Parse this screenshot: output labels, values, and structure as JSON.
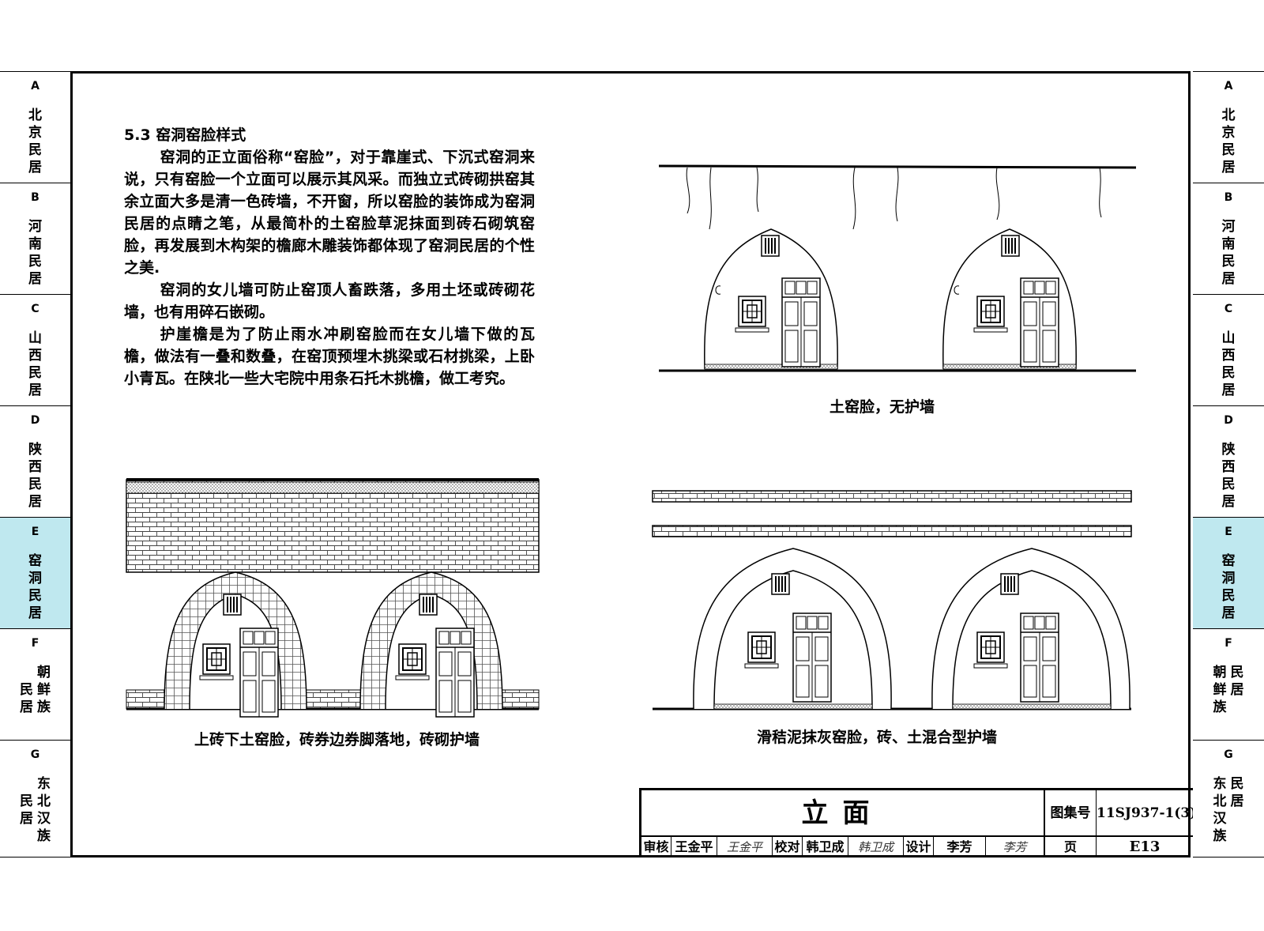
{
  "tabs": [
    {
      "letter": "A",
      "name": "北京民居"
    },
    {
      "letter": "B",
      "name": "河南民居"
    },
    {
      "letter": "C",
      "name": "山西民居"
    },
    {
      "letter": "D",
      "name": "陕西民居"
    },
    {
      "letter": "E",
      "name": "窑洞民居",
      "active": true
    },
    {
      "letter": "F",
      "name_a": "朝鲜族",
      "name_b": "民居"
    },
    {
      "letter": "G",
      "name_a": "东北汉族",
      "name_b": "民居"
    }
  ],
  "text": {
    "heading": "5.3 窑洞窑脸样式",
    "p1": "窑洞的正立面俗称“窑脸”，对于靠崖式、下沉式窑洞来说，只有窑脸一个立面可以展示其风采。而独立式砖砌拱窑其余立面大多是清一色砖墙，不开窗，所以窑脸的装饰成为窑洞民居的点睛之笔，从最简朴的土窑脸草泥抹面到砖石砌筑窑脸，再发展到木构架的檐廊木雕装饰都体现了窑洞民居的个性之美.",
    "p2": "窑洞的女儿墙可防止窑顶人畜跌落，多用土坯或砖砌花墙，也有用碎石嵌砌。",
    "p3": "护崖檐是为了防止雨水冲刷窑脸而在女儿墙下做的瓦檐，做法有一叠和数叠，在窑顶预埋木挑梁或石材挑梁，上卧小青瓦。在陕北一些大宅院中用条石托木挑檐，做工考究。"
  },
  "captions": {
    "top_right": "土窑脸，无护墙",
    "bottom_left": "上砖下土窑脸，砖券边券脚落地，砖砌护墙",
    "bottom_right": "滑秸泥抹灰窑脸，砖、土混合型护墙"
  },
  "title_block": {
    "title": "立面",
    "atlas_label": "图集号",
    "atlas_no": "11SJ937-1(3)",
    "review_label": "审核",
    "reviewer": "王金平",
    "reviewer_sig": "王金平",
    "check_label": "校对",
    "checker": "韩卫成",
    "checker_sig": "韩卫成",
    "design_label": "设计",
    "designer": "李芳",
    "designer_sig": "李芳",
    "page_label": "页",
    "page_no": "E13"
  }
}
